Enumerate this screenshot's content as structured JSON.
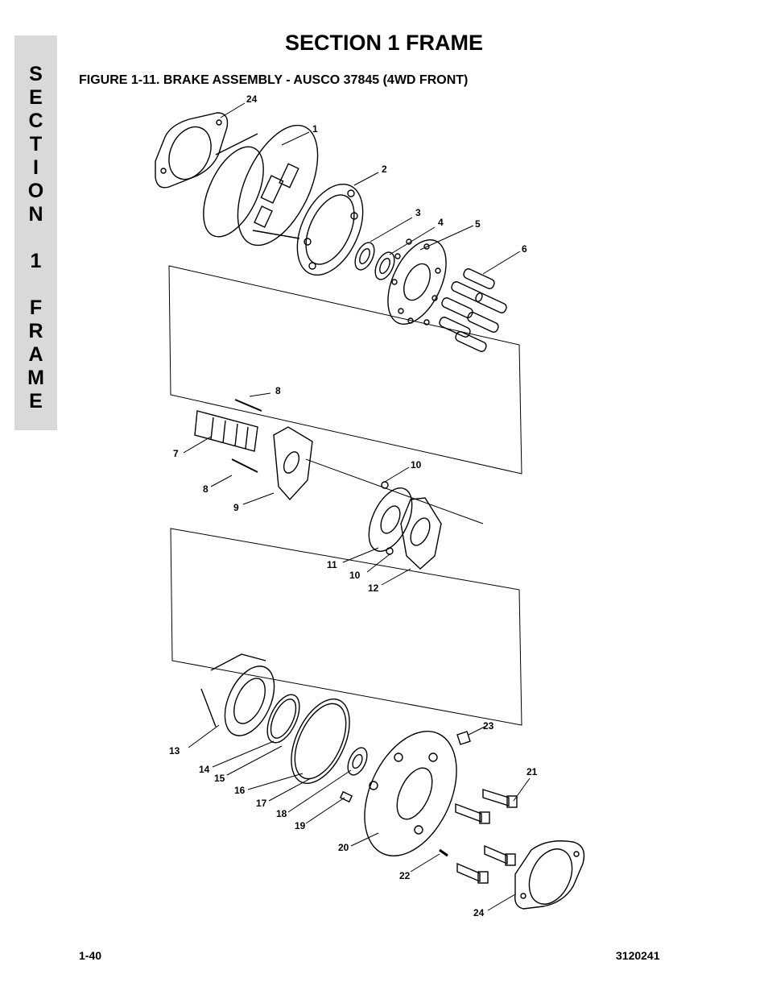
{
  "side_tab": {
    "letters": [
      "S",
      "E",
      "C",
      "T",
      "I",
      "O",
      "N",
      "",
      "1",
      "",
      "F",
      "R",
      "A",
      "M",
      "E"
    ]
  },
  "header": {
    "section_title": "SECTION 1 FRAME"
  },
  "figure": {
    "title": "FIGURE 1-11. BRAKE ASSEMBLY - AUSCO 37845 (4WD FRONT)",
    "callouts": {
      "c1": "1",
      "c2": "2",
      "c3": "3",
      "c4": "4",
      "c5": "5",
      "c6": "6",
      "c7": "7",
      "c8a": "8",
      "c8b": "8",
      "c9": "9",
      "c10a": "10",
      "c10b": "10",
      "c11": "11",
      "c12": "12",
      "c13": "13",
      "c14": "14",
      "c15": "15",
      "c16": "16",
      "c17": "17",
      "c18": "18",
      "c19": "19",
      "c20": "20",
      "c21": "21",
      "c22": "22",
      "c23": "23",
      "c24a": "24",
      "c24b": "24"
    }
  },
  "footer": {
    "page_number": "1-40",
    "document_number": "3120241"
  }
}
